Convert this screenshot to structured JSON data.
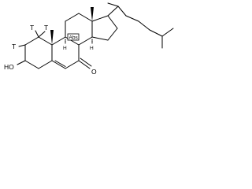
{
  "molecule": {
    "atoms": {
      "hydroxyl": "HO",
      "tritium_1": "T",
      "tritium_2": "T",
      "tritium_3": "T",
      "ketone_oxygen": "O",
      "hydrogen_8": "H",
      "hydrogen_14": "H",
      "stereo_flag": "Abs"
    },
    "colors": {
      "ink": "#000000",
      "background": "#ffffff"
    }
  }
}
